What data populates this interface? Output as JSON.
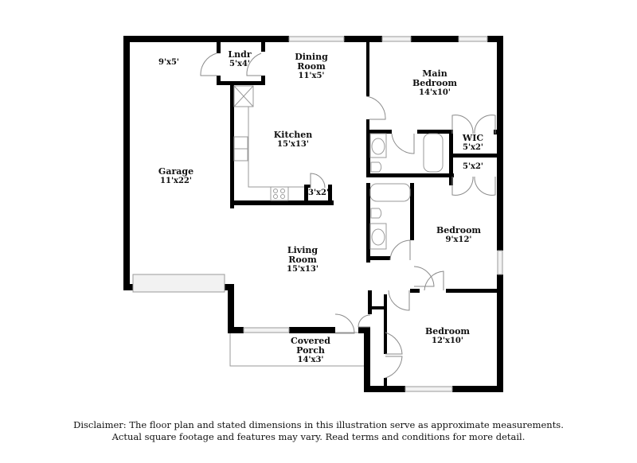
{
  "rooms": {
    "garage_storage": {
      "name": "",
      "dim": "9'x5'"
    },
    "laundry": {
      "name": "Lndr",
      "dim": "5'x4'"
    },
    "dining": {
      "name1": "Dining",
      "name2": "Room",
      "dim": "11'x5'"
    },
    "main_bedroom": {
      "name1": "Main",
      "name2": "Bedroom",
      "dim": "14'x10'"
    },
    "kitchen": {
      "name": "Kitchen",
      "dim": "15'x13'"
    },
    "pantry": {
      "dim": "3'x2'"
    },
    "wic": {
      "name": "WIC",
      "dim": "5'x2'"
    },
    "closet_bedroom2": {
      "dim": "5'x2'"
    },
    "garage": {
      "name": "Garage",
      "dim": "11'x22'"
    },
    "bedroom2": {
      "name": "Bedroom",
      "dim": "9'x12'"
    },
    "living": {
      "name1": "Living",
      "name2": "Room",
      "dim": "15'x13'"
    },
    "bedroom3": {
      "name": "Bedroom",
      "dim": "12'x10'"
    },
    "porch": {
      "name1": "Covered",
      "name2": "Porch",
      "dim": "14'x3'"
    }
  },
  "disclaimer": {
    "line1": "Disclaimer: The floor plan and stated dimensions in this illustration serve as approximate measurements.",
    "line2": "Actual square footage and features may vary. Read terms and conditions for more detail."
  }
}
